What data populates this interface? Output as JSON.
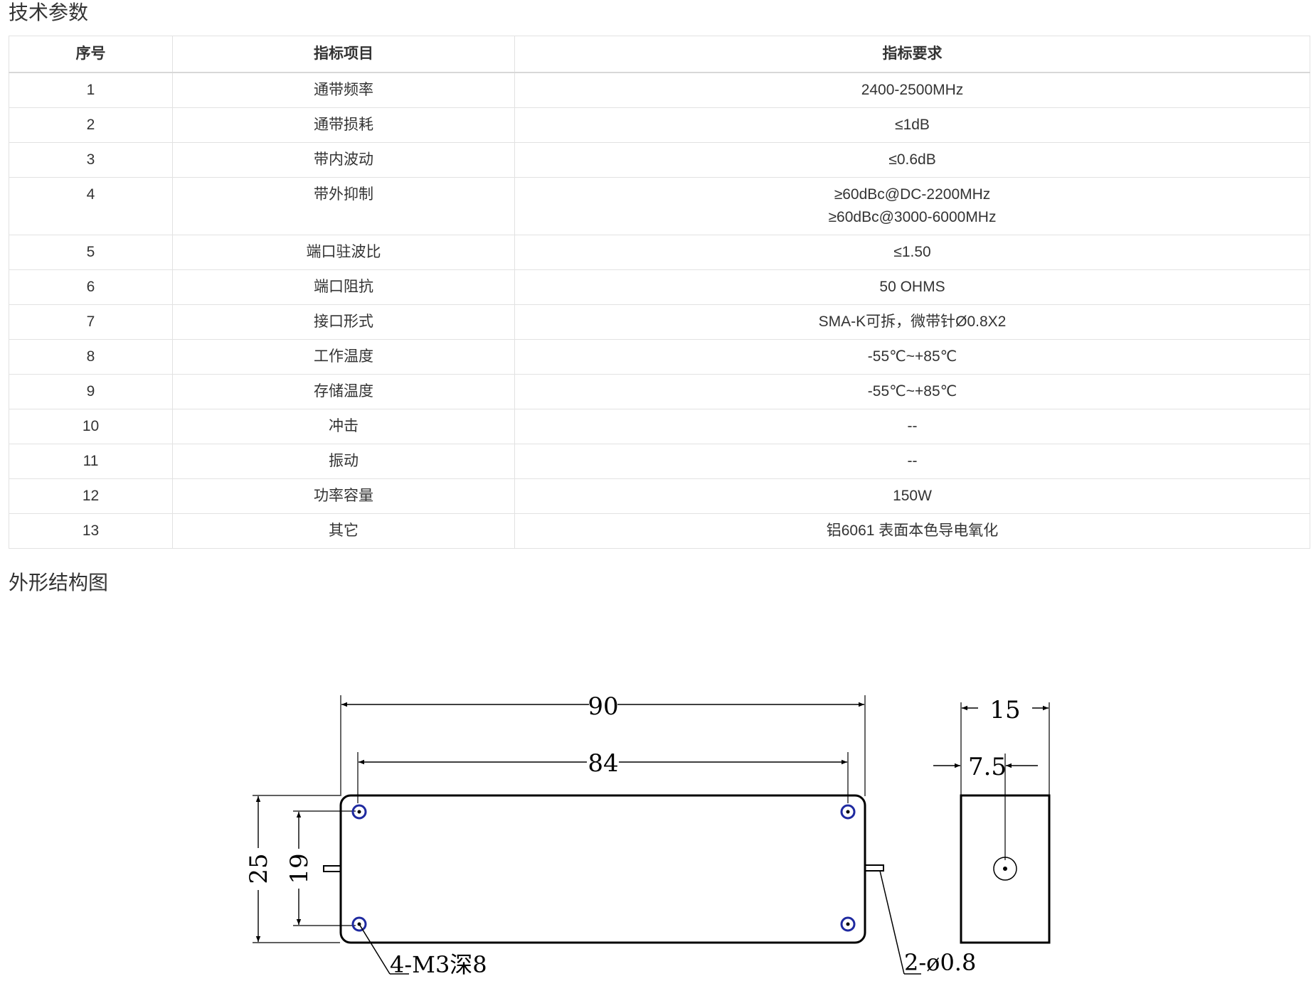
{
  "sections": {
    "params_title": "技术参数",
    "drawing_title": "外形结构图"
  },
  "table": {
    "headers": [
      "序号",
      "指标项目",
      "指标要求"
    ],
    "rows": [
      {
        "no": "1",
        "item": "通带频率",
        "req": [
          "2400-2500MHz"
        ]
      },
      {
        "no": "2",
        "item": "通带损耗",
        "req": [
          "≤1dB"
        ]
      },
      {
        "no": "3",
        "item": "带内波动",
        "req": [
          "≤0.6dB"
        ]
      },
      {
        "no": "4",
        "item": "带外抑制",
        "req": [
          "≥60dBc@DC-2200MHz",
          "≥60dBc@3000-6000MHz"
        ]
      },
      {
        "no": "5",
        "item": "端口驻波比",
        "req": [
          "≤1.50"
        ]
      },
      {
        "no": "6",
        "item": "端口阻抗",
        "req": [
          "50 OHMS"
        ]
      },
      {
        "no": "7",
        "item": "接口形式",
        "req": [
          "SMA-K可拆，微带针Ø0.8X2"
        ]
      },
      {
        "no": "8",
        "item": "工作温度",
        "req": [
          "-55℃~+85℃"
        ]
      },
      {
        "no": "9",
        "item": "存储温度",
        "req": [
          "-55℃~+85℃"
        ]
      },
      {
        "no": "10",
        "item": "冲击",
        "req": [
          "--"
        ]
      },
      {
        "no": "11",
        "item": "振动",
        "req": [
          "--"
        ]
      },
      {
        "no": "12",
        "item": "功率容量",
        "req": [
          "150W"
        ]
      },
      {
        "no": "13",
        "item": "其它",
        "req": [
          "铝6061  表面本色导电氧化"
        ]
      }
    ]
  },
  "drawing": {
    "dim_length": "90",
    "dim_hole_spacing_x": "84",
    "dim_height": "25",
    "dim_hole_spacing_y": "19",
    "dim_width": "15",
    "dim_half_width": "7.5",
    "note_holes": "4-M3深8",
    "note_pins": "2-ø0.8",
    "hole_color": "#1f2aa0"
  }
}
